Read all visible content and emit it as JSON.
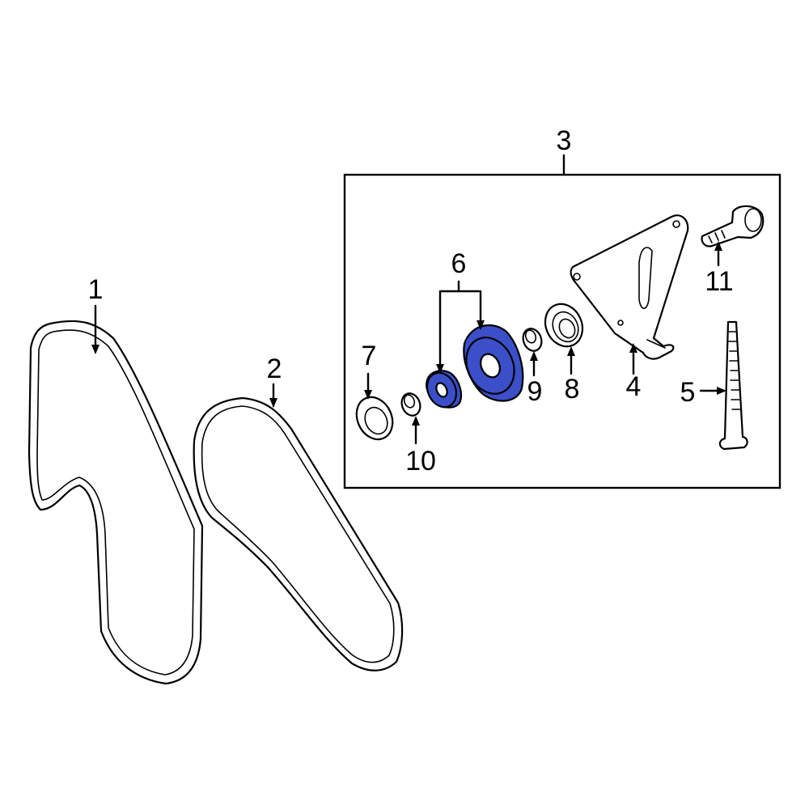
{
  "highlight_color": "#3a4fc8",
  "parts": [
    {
      "id": "belt-1",
      "callout": "1"
    },
    {
      "id": "belt-2",
      "callout": "2"
    },
    {
      "id": "idler-assembly",
      "callout": "3"
    },
    {
      "id": "bracket",
      "callout": "4"
    },
    {
      "id": "bolt-long",
      "callout": "5"
    },
    {
      "id": "pulley-pair",
      "callout": "6",
      "highlighted": true
    },
    {
      "id": "cover-left",
      "callout": "7"
    },
    {
      "id": "cover-right",
      "callout": "8"
    },
    {
      "id": "spacer-right",
      "callout": "9"
    },
    {
      "id": "spacer-left",
      "callout": "10"
    },
    {
      "id": "bolt-short",
      "callout": "11"
    }
  ]
}
